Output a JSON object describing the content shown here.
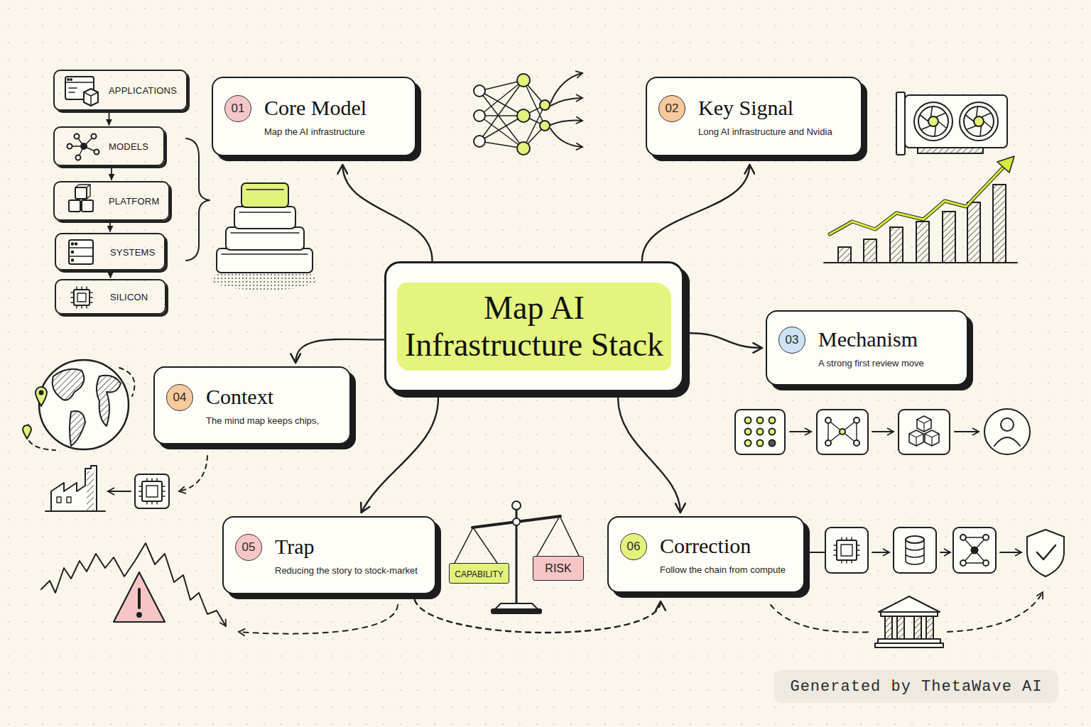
{
  "diagram": {
    "nodes": [
      {
        "text": [
          "Map AI Infrastructure Stack"
        ]
      },
      {
        "text": [
          "01",
          "Core Model",
          "Map the AI infrastructure"
        ]
      },
      {
        "text": [
          "02",
          "Key Signal",
          "Long AI infrastructure and Nvidia"
        ]
      },
      {
        "text": [
          "03",
          "Mechanism",
          "A strong first review move"
        ]
      },
      {
        "text": [
          "04",
          "Context",
          "The mind map keeps chips,"
        ]
      },
      {
        "text": [
          "05",
          "Trap",
          "Reducing the story to stock-market"
        ]
      },
      {
        "text": [
          "06",
          "Correction",
          "Follow the chain from compute"
        ]
      },
      {
        "text": [
          "APPLICATIONS"
        ]
      },
      {
        "text": [
          "MODELS"
        ]
      },
      {
        "text": [
          "PLATFORM"
        ]
      },
      {
        "text": [
          "SYSTEMS"
        ]
      },
      {
        "text": [
          "SILICON"
        ]
      },
      {
        "text": [
          "CAPABILITY"
        ]
      },
      {
        "text": [
          "RISK"
        ]
      }
    ],
    "edges": [
      {
        "from": 0,
        "to": 1,
        "arrow": "to"
      },
      {
        "from": 0,
        "to": 2,
        "arrow": "to"
      },
      {
        "from": 0,
        "to": 3,
        "arrow": "to"
      },
      {
        "from": 0,
        "to": 4,
        "arrow": "to"
      },
      {
        "from": 0,
        "to": 5,
        "arrow": "to"
      },
      {
        "from": 0,
        "to": 6,
        "arrow": "to"
      },
      {
        "from": 5,
        "to": 6,
        "arrow": "to"
      },
      {
        "from": 7,
        "to": 8,
        "arrow": "to"
      },
      {
        "from": 8,
        "to": 9,
        "arrow": "to"
      },
      {
        "from": 9,
        "to": 10,
        "arrow": "to"
      },
      {
        "from": 10,
        "to": 11,
        "arrow": "to"
      }
    ],
    "labels": [
      "Generated by ThetaWave AI"
    ]
  }
}
